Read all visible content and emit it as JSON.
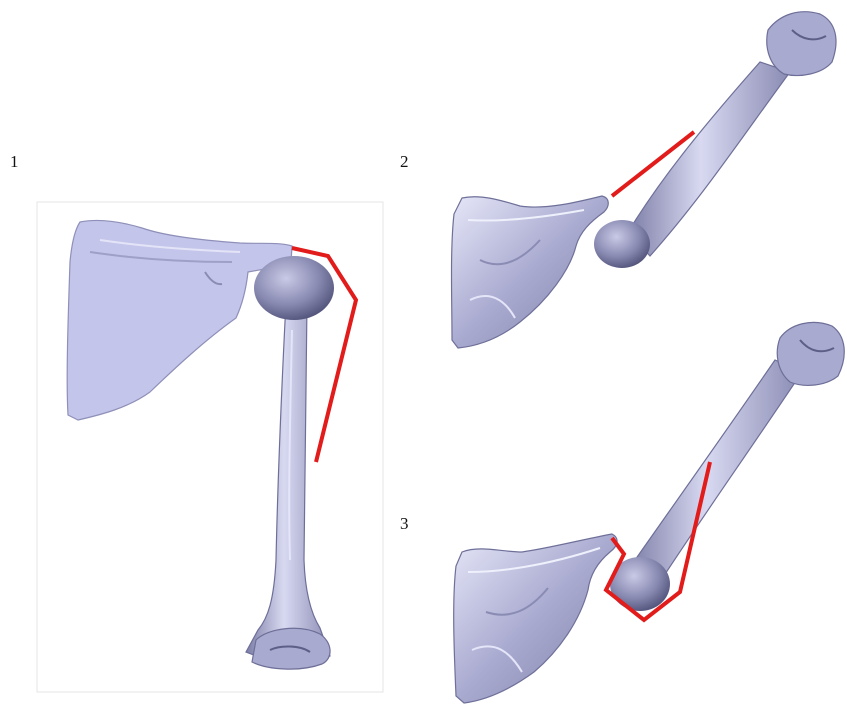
{
  "panels": [
    {
      "label": "1"
    },
    {
      "label": "2"
    },
    {
      "label": "3"
    }
  ],
  "colors": {
    "bone": "#b6b7dc",
    "bone_light": "#d8d9f1",
    "bone_dark": "#7c7da6",
    "scapula_flat": "#c4c5ea",
    "muscle_line": "#e21b1b",
    "frame": "#e6e6e6"
  },
  "icons": [
    "scapula-bone",
    "humerus-bone",
    "deltoid-muscle-path"
  ]
}
